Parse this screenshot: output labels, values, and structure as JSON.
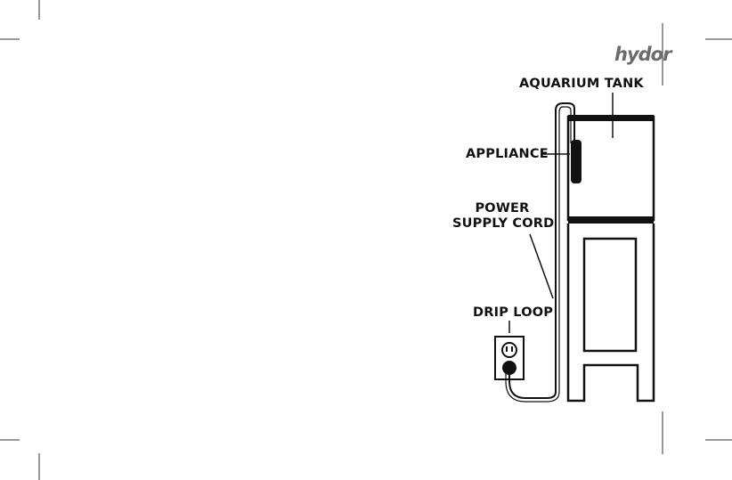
{
  "brand": {
    "logo_text": "hydor"
  },
  "labels": {
    "aquarium_tank": "AQUARIUM TANK",
    "appliance": "APPLIANCE",
    "power_line1": "POWER",
    "power_line2": "SUPPLY CORD",
    "drip_loop": "DRIP LOOP"
  },
  "colors": {
    "ink": "#111111",
    "logo": "#6b6b6b",
    "crop_marks": "#333333"
  }
}
